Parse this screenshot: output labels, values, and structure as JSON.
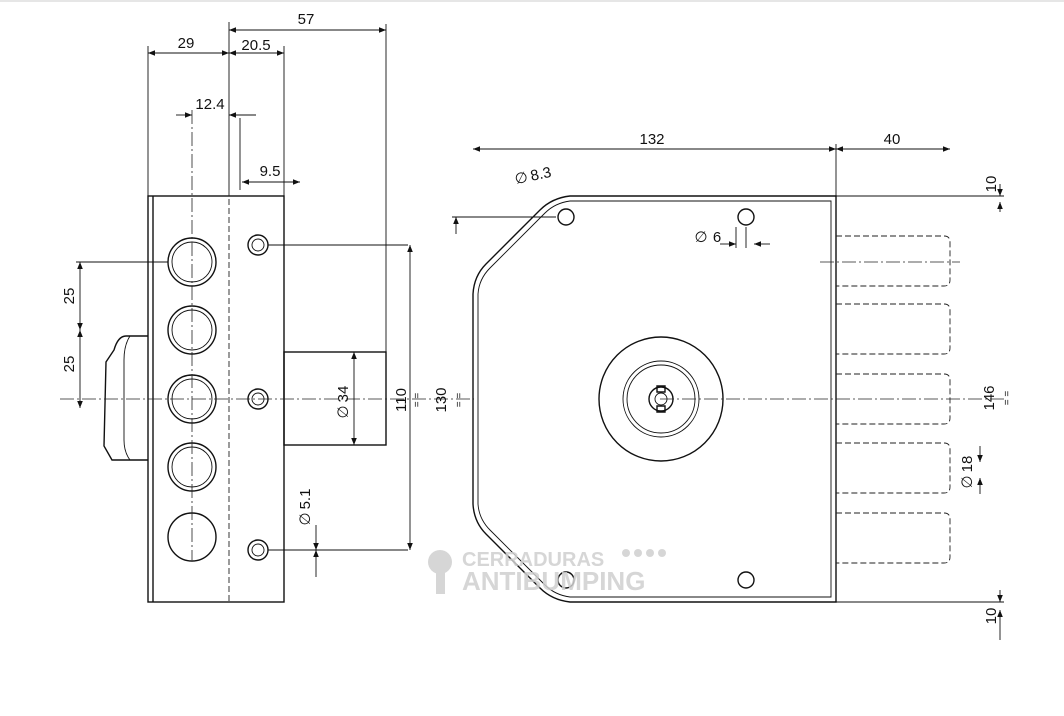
{
  "dimensions": {
    "d57": "57",
    "d29": "29",
    "d20_5": "20.5",
    "d12_4": "12.4",
    "d9_5": "9.5",
    "d25a": "25",
    "d25b": "25",
    "dia34": "34",
    "dia5_1": "5.1",
    "d110": "110",
    "d130": "130",
    "d132": "132",
    "d40": "40",
    "dia8_3": "8.3",
    "dia6": "6",
    "d10_top": "10",
    "d10_bottom": "10",
    "d146": "146",
    "dia18": "18",
    "diameter_symbol": "∅",
    "equal_marks": "= ="
  },
  "watermark": {
    "line1": "CERRADURAS",
    "line2": "ANTIBUMPING"
  }
}
